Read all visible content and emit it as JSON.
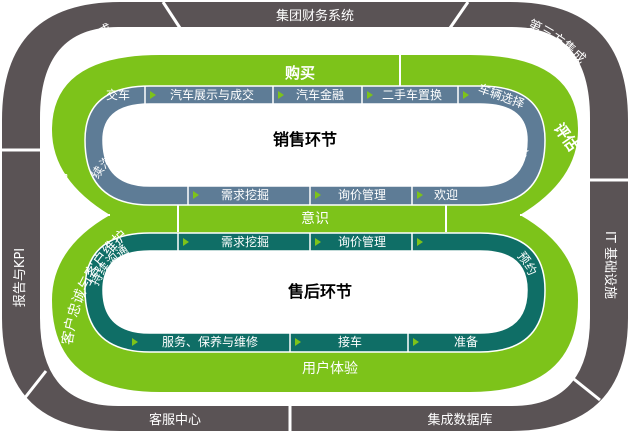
{
  "outer_ring": {
    "top": "集团财务系统",
    "top_left": "厂商集成",
    "top_right": "第三方集成",
    "left": "报告与KPI",
    "right": "IT 基础设施",
    "bottom_left": "客服中心",
    "bottom_right": "集成数据库"
  },
  "green_band": {
    "top": "购买",
    "right": "评估",
    "left_upper": "拥有",
    "middle": "意识",
    "left_lower": "客户忠诚与客户维护",
    "bottom": "用户体验"
  },
  "sales_loop": {
    "title": "销售环节",
    "top_stages": [
      "交车",
      "汽车展示与成交",
      "汽车金融",
      "二手车置换",
      "车辆选择"
    ],
    "right_stage": "确认需求",
    "left_stage": "持续沟通",
    "bottom_stages": [
      "需求挖掘",
      "询价管理",
      "欢迎"
    ]
  },
  "service_loop": {
    "title": "售后环节",
    "top_stages": [
      "持续沟通",
      "需求挖掘",
      "询价管理"
    ],
    "right_stage": "预约",
    "bottom_stages": [
      "服务、保养与维修",
      "接车",
      "准备"
    ]
  },
  "colors": {
    "ring": "#5a5355",
    "green": "#7dc31a",
    "sales_track": "#5e7c96",
    "service_track": "#0f6e66"
  }
}
